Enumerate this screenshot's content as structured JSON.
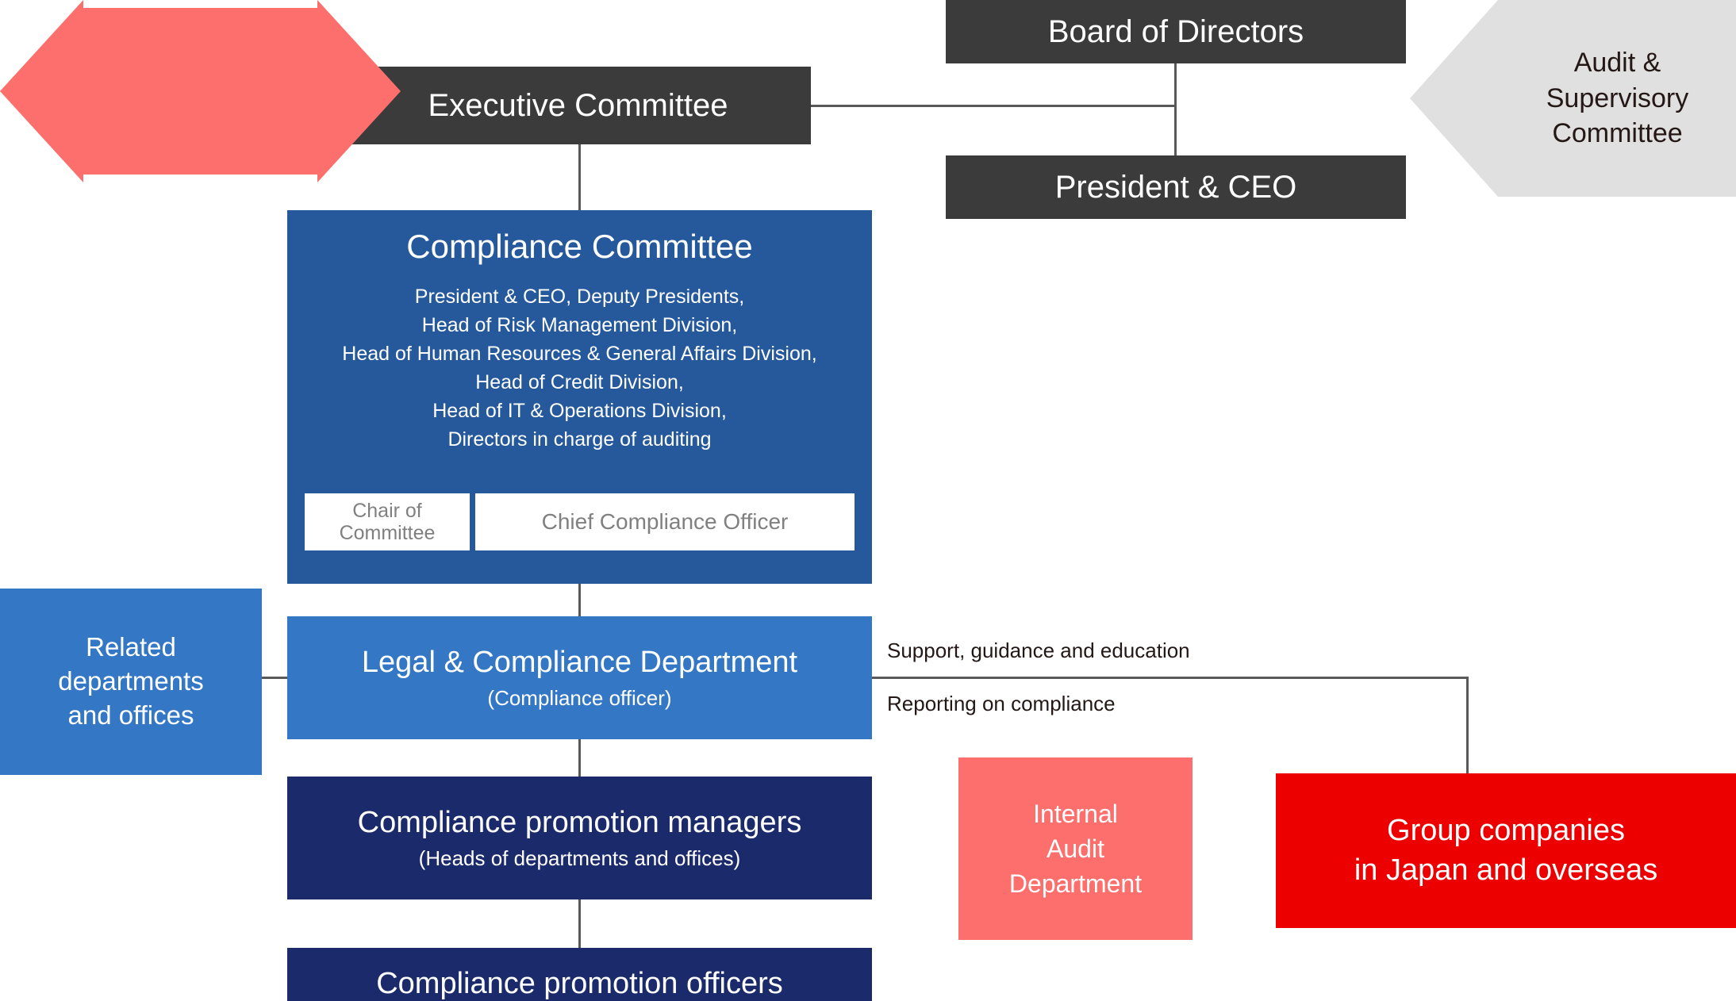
{
  "diagram": {
    "title": "Compliance Structure Organizational Chart",
    "colors": {
      "dark_charcoal": "#3b3b3b",
      "committee_blue": "#25599c",
      "department_blue": "#3477c4",
      "navy": "#1b2a6b",
      "audit_gray": "#e0e0e0",
      "internal_audit_salmon": "#fc6f6c",
      "group_red": "#ec0000",
      "connector_gray": "#595959"
    }
  },
  "nodes": {
    "board_of_directors": {
      "label": "Board of Directors"
    },
    "executive_committee": {
      "label": "Executive Committee"
    },
    "president_ceo": {
      "label": "President & CEO"
    },
    "audit_supervisory_committee": {
      "lines": [
        "Audit &",
        "Supervisory",
        "Committee"
      ]
    },
    "compliance_committee": {
      "title": "Compliance Committee",
      "members": [
        "President & CEO, Deputy Presidents,",
        "Head of Risk Management Division,",
        "Head of Human Resources & General Affairs Division,",
        "Head of Credit Division,",
        "Head of IT & Operations Division,",
        "Directors in charge of auditing"
      ],
      "chair_label": "Chair of\nCommittee",
      "chair_line1": "Chair of",
      "chair_line2": "Committee",
      "chief_compliance_officer": "Chief Compliance Officer"
    },
    "related_departments": {
      "lines": [
        "Related",
        "departments",
        "and offices"
      ]
    },
    "legal_compliance_department": {
      "title": "Legal & Compliance Department",
      "subtitle": "(Compliance officer)"
    },
    "compliance_promotion_managers": {
      "title": "Compliance promotion managers",
      "subtitle": "(Heads of departments and offices)"
    },
    "compliance_promotion_officers": {
      "label": "Compliance promotion officers"
    },
    "internal_audit_department": {
      "lines": [
        "Internal",
        "Audit",
        "Department"
      ]
    },
    "group_companies": {
      "line1": "Group companies",
      "line2": "in Japan and overseas"
    }
  },
  "flow_labels": {
    "support": "Support, guidance and education",
    "reporting": "Reporting on compliance"
  }
}
